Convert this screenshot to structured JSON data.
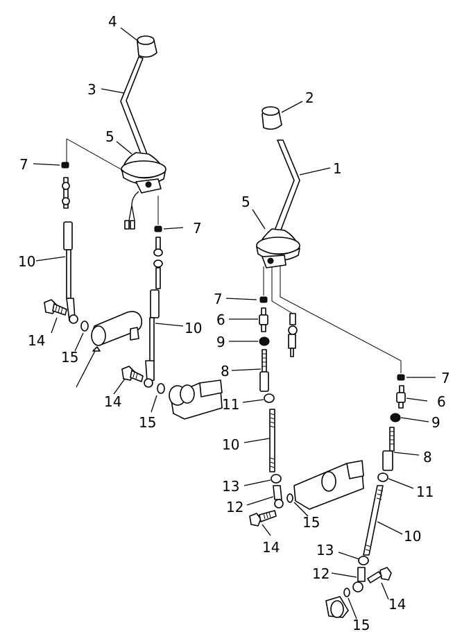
{
  "callouts": [
    "1",
    "2",
    "3",
    "4",
    "5",
    "5",
    "6",
    "6",
    "7",
    "7",
    "7",
    "7",
    "8",
    "8",
    "9",
    "9",
    "10",
    "10",
    "10",
    "10",
    "11",
    "11",
    "12",
    "12",
    "13",
    "13",
    "14",
    "14",
    "14",
    "14",
    "15",
    "15",
    "15",
    "15"
  ]
}
